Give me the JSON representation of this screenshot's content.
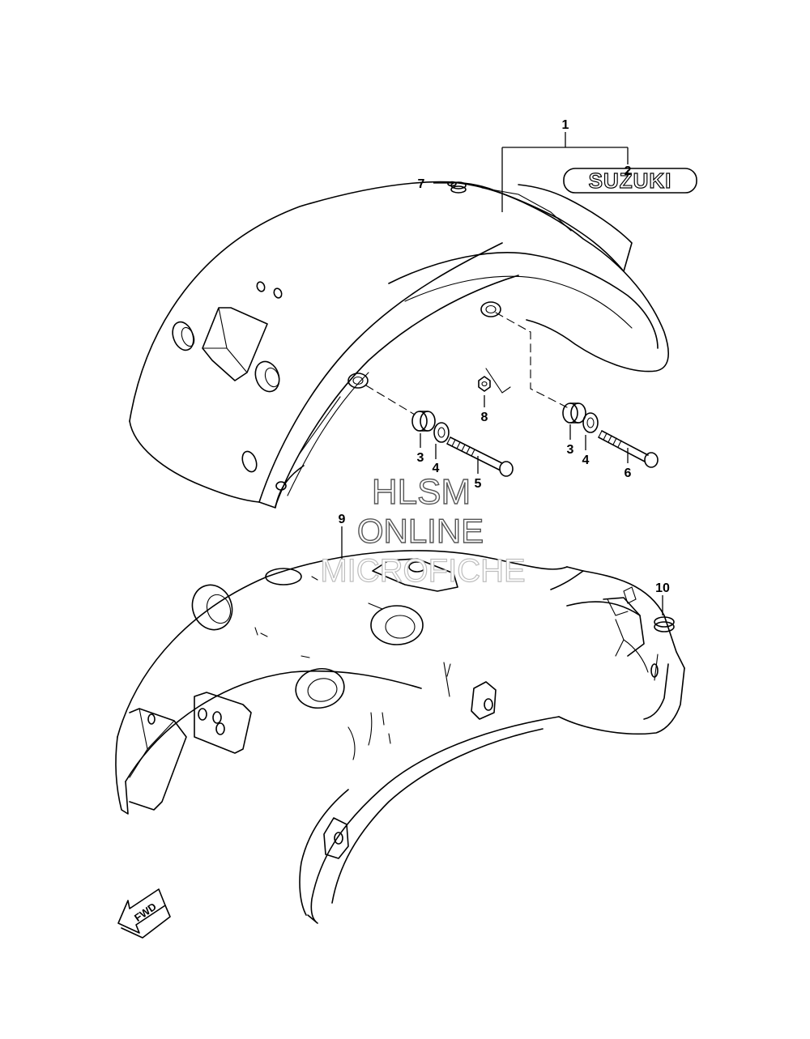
{
  "diagram": {
    "callouts": [
      "1",
      "2",
      "3",
      "4",
      "5",
      "6",
      "7",
      "8",
      "3",
      "4",
      "9",
      "10"
    ],
    "emblem_text": "SUZUKI",
    "watermark": {
      "line1": "HLSM",
      "line2": "ONLINE",
      "line3": "MICROFICHE"
    },
    "fwd_label": "FWD"
  }
}
